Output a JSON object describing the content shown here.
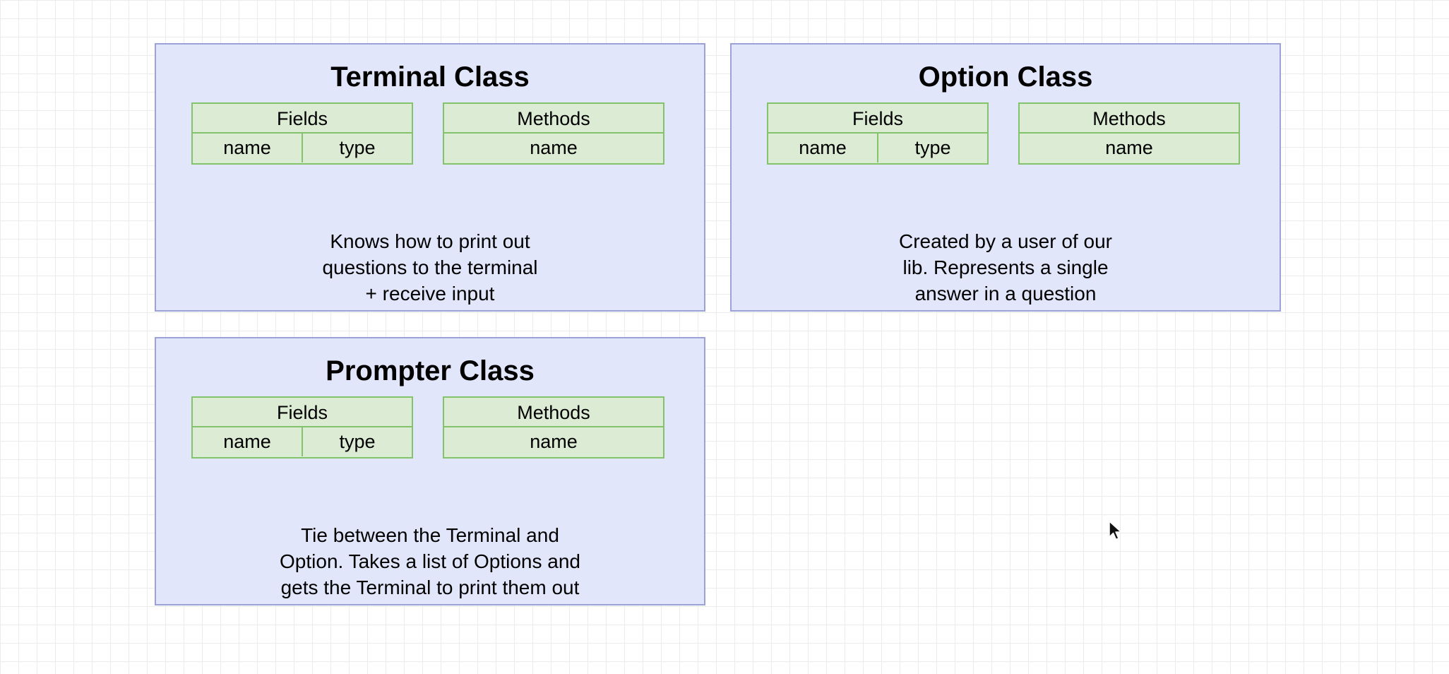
{
  "classes": [
    {
      "title": "Terminal Class",
      "fields_header": "Fields",
      "fields_columns": [
        "name",
        "type"
      ],
      "methods_header": "Methods",
      "methods_columns": [
        "name"
      ],
      "description": [
        "Knows how to print out",
        "questions to the terminal",
        "+ receive input"
      ]
    },
    {
      "title": "Option Class",
      "fields_header": "Fields",
      "fields_columns": [
        "name",
        "type"
      ],
      "methods_header": "Methods",
      "methods_columns": [
        "name"
      ],
      "description": [
        "Created by a user of our",
        "lib.  Represents a single",
        "answer in a question"
      ]
    },
    {
      "title": "Prompter Class",
      "fields_header": "Fields",
      "fields_columns": [
        "name",
        "type"
      ],
      "methods_header": "Methods",
      "methods_columns": [
        "name"
      ],
      "description": [
        "Tie between the Terminal and",
        "Option.  Takes a list of Options and",
        "gets the Terminal to print them out"
      ]
    }
  ],
  "icons": {
    "cursor": "mouse-pointer-icon"
  },
  "colors": {
    "card_fill": "#e2e6fb",
    "card_border": "#9aa2d8",
    "table_fill": "#dcebd4",
    "table_border": "#82c36c"
  }
}
